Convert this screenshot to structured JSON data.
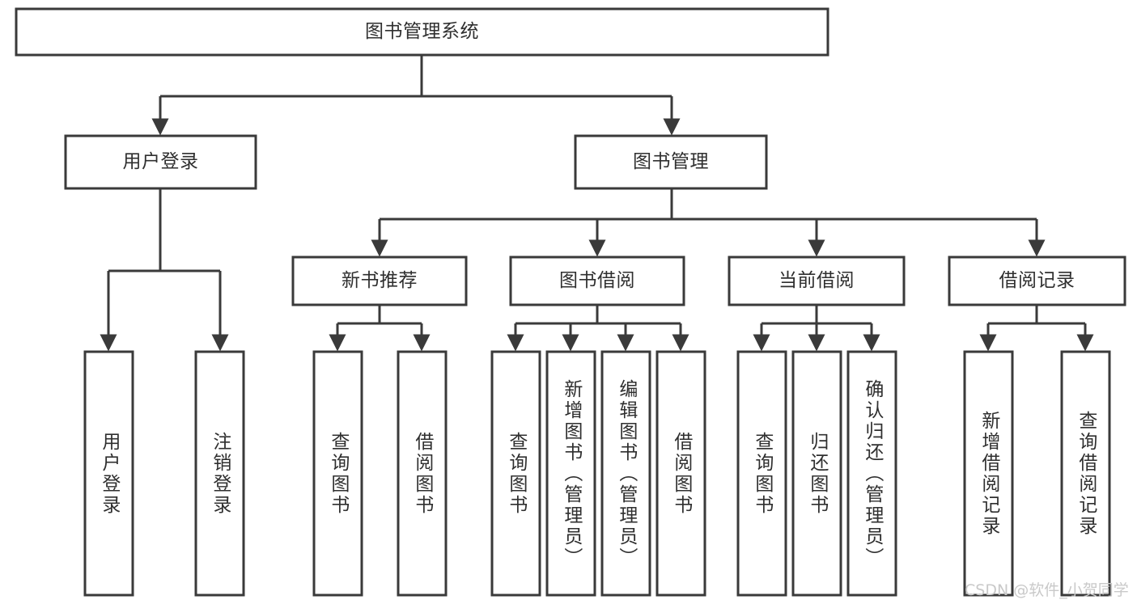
{
  "diagram": {
    "type": "tree",
    "title": "图书管理系统",
    "colors": {
      "box_stroke": "#3a3a3a",
      "box_fill": "#ffffff",
      "text": "#2f2f2f",
      "connector": "#3a3a3a",
      "watermark": "#c9c9c9",
      "background": "#ffffff"
    },
    "levels": {
      "root": {
        "label": "图书管理系统"
      },
      "level2": [
        {
          "label": "用户登录"
        },
        {
          "label": "图书管理"
        }
      ],
      "level3": [
        {
          "label": "新书推荐"
        },
        {
          "label": "图书借阅"
        },
        {
          "label": "当前借阅"
        },
        {
          "label": "借阅记录"
        }
      ],
      "leaves": {
        "user_login": [
          {
            "label": "用户登录"
          },
          {
            "label": "注销登录"
          }
        ],
        "new_book_recommend": [
          {
            "label": "查询图书"
          },
          {
            "label": "借阅图书"
          }
        ],
        "book_borrow": [
          {
            "label": "查询图书"
          },
          {
            "label": "新增图书（管理员）"
          },
          {
            "label": "编辑图书（管理员）"
          },
          {
            "label": "借阅图书"
          }
        ],
        "current_borrow": [
          {
            "label": "查询图书"
          },
          {
            "label": "归还图书"
          },
          {
            "label": "确认归还（管理员）"
          }
        ],
        "borrow_record": [
          {
            "label": "新增借阅记录"
          },
          {
            "label": "查询借阅记录"
          }
        ]
      }
    }
  },
  "watermark": {
    "text": "CSDN @软件_小贺同学"
  }
}
